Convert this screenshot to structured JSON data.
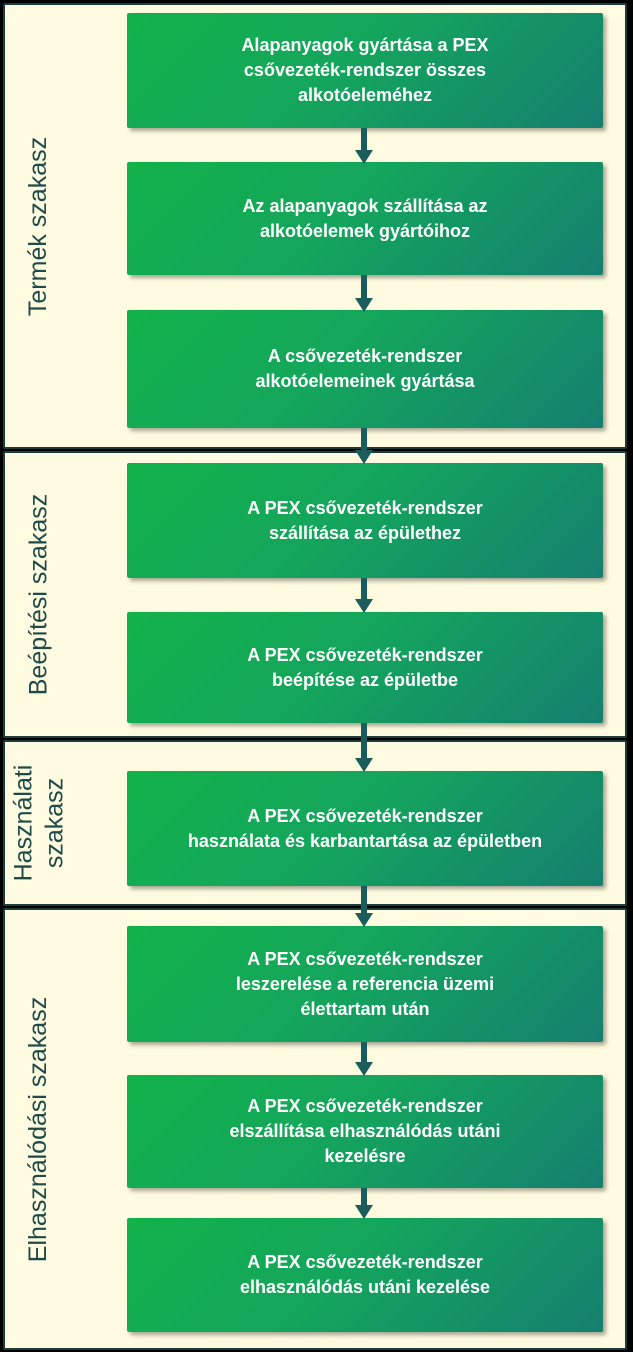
{
  "phases": [
    {
      "label": "Termék szakasz"
    },
    {
      "label": "Beépítési szakasz"
    },
    {
      "label": "Használati\nszakasz"
    },
    {
      "label": "Elhasználódási szakasz"
    }
  ],
  "steps": [
    {
      "text": "Alapanyagok gyártása a PEX\ncsővezeték-rendszer összes\nalkotóeleméhez"
    },
    {
      "text": "Az alapanyagok szállítása az\nalkotóelemek gyártóihoz"
    },
    {
      "text": "A csővezeték-rendszer\nalkotóelemeinek gyártása"
    },
    {
      "text": "A PEX csővezeték-rendszer\nszállítása az épülethez"
    },
    {
      "text": "A PEX csővezeték-rendszer\nbeépítése az épületbe"
    },
    {
      "text": "A PEX csővezeték-rendszer\nhasználata és karbantartása az épületben"
    },
    {
      "text": "A PEX csővezeték-rendszer\nleszerelése a referencia üzemi\nélettartam után"
    },
    {
      "text": "A PEX csővezeték-rendszer\nelszállítása elhasználódás utáni\nkezelésre"
    },
    {
      "text": "A PEX csővezeték-rendszer\nelhasználódás utáni kezelése"
    }
  ],
  "colors": {
    "phase_background": "#fffbe0",
    "phase_border": "#1d3d3a",
    "phase_label_text": "#1f4a4a",
    "step_gradient_start": "#12b24a",
    "step_gradient_end": "#157f70",
    "step_text": "#ffffff",
    "arrow": "#1b5c5c",
    "page_background": "#000000"
  }
}
